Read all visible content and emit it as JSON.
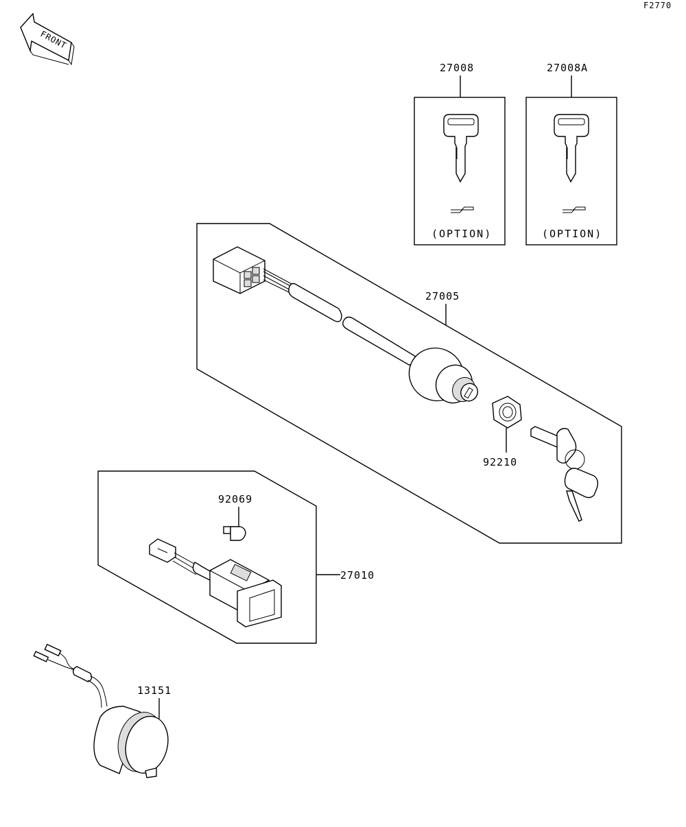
{
  "diagram_code": "F2770",
  "front_label": "FRONT",
  "option_label": "(OPTION)",
  "parts": [
    {
      "id": "27008"
    },
    {
      "id": "27008A"
    },
    {
      "id": "27005"
    },
    {
      "id": "92210"
    },
    {
      "id": "92069"
    },
    {
      "id": "27010"
    },
    {
      "id": "13151"
    }
  ]
}
